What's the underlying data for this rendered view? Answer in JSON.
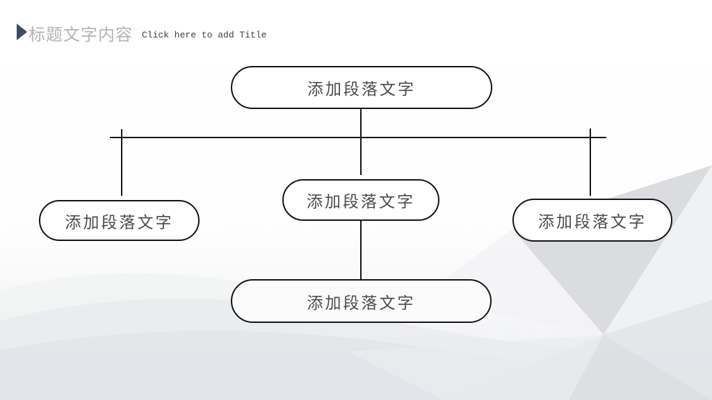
{
  "header": {
    "title": "标题文字内容",
    "subtitle": "Click here to add Title"
  },
  "diagram": {
    "nodes": {
      "top": {
        "id": "top",
        "label": "添加段落文字"
      },
      "left": {
        "id": "left",
        "label": "添加段落文字"
      },
      "middle": {
        "id": "middle",
        "label": "添加段落文字"
      },
      "right": {
        "id": "right",
        "label": "添加段落文字"
      },
      "bottom": {
        "id": "bottom",
        "label": "添加段落文字"
      }
    },
    "edges": [
      {
        "from": "top",
        "to": "left"
      },
      {
        "from": "top",
        "to": "middle"
      },
      {
        "from": "top",
        "to": "right"
      },
      {
        "from": "middle",
        "to": "bottom"
      }
    ]
  },
  "colors": {
    "accent": "#3a4c63",
    "connector_line": "#141414",
    "node_border": "#141414",
    "node_text": "#4a4a4a",
    "title_text": "#b4b4b6",
    "subtitle_text": "#3d3d45"
  }
}
